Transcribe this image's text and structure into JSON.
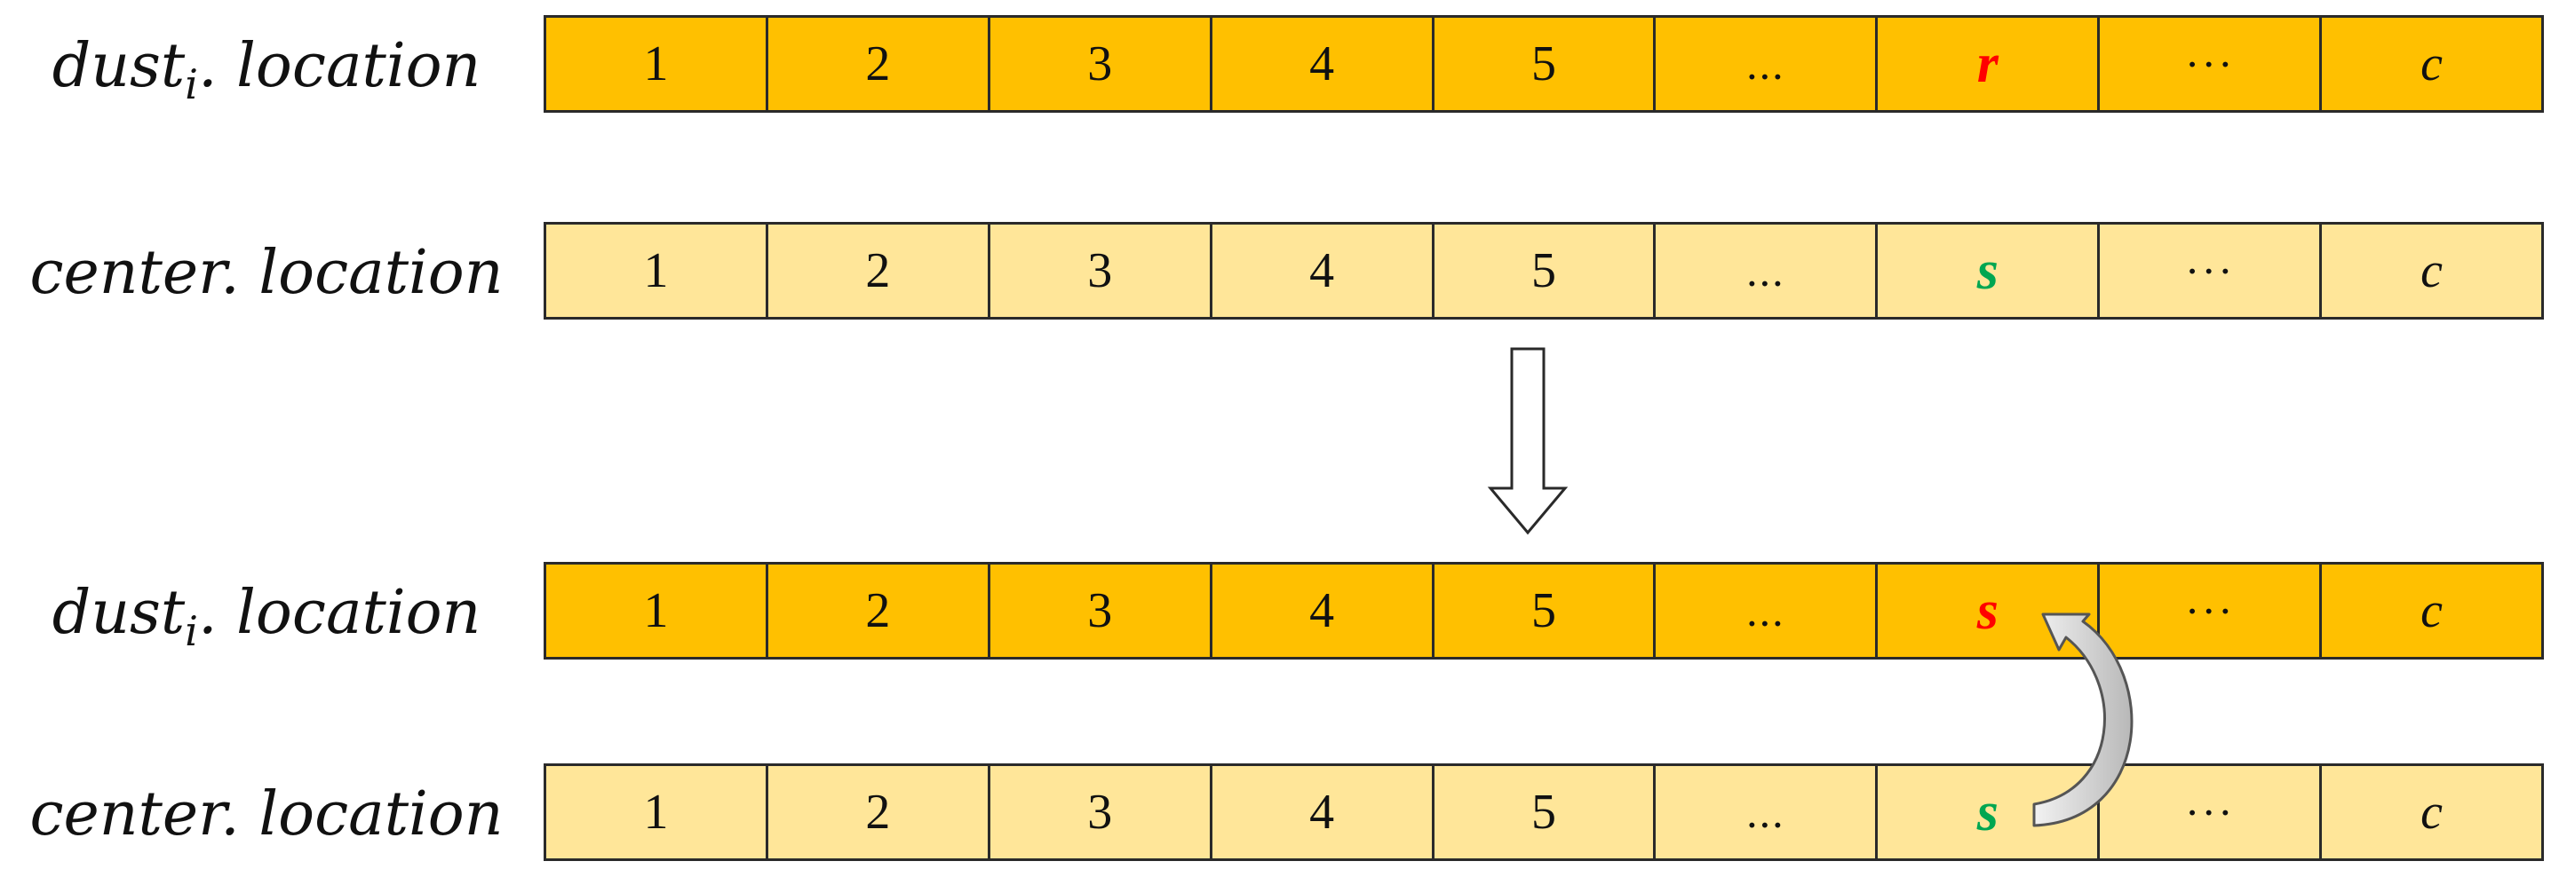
{
  "rows": [
    {
      "label_main": "dust",
      "label_sub": "i",
      "label_tail": ". location",
      "style": "dark",
      "cells": [
        {
          "text": "1",
          "kind": "num"
        },
        {
          "text": "2",
          "kind": "num"
        },
        {
          "text": "3",
          "kind": "num"
        },
        {
          "text": "4",
          "kind": "num"
        },
        {
          "text": "5",
          "kind": "num"
        },
        {
          "text": "...",
          "kind": "dots"
        },
        {
          "text": "r",
          "kind": "red"
        },
        {
          "text": "···",
          "kind": "dots"
        },
        {
          "text": "c",
          "kind": "var"
        }
      ]
    },
    {
      "label_main": "center. location",
      "label_sub": "",
      "label_tail": "",
      "style": "light",
      "cells": [
        {
          "text": "1",
          "kind": "num"
        },
        {
          "text": "2",
          "kind": "num"
        },
        {
          "text": "3",
          "kind": "num"
        },
        {
          "text": "4",
          "kind": "num"
        },
        {
          "text": "5",
          "kind": "num"
        },
        {
          "text": "...",
          "kind": "dots"
        },
        {
          "text": "s",
          "kind": "green"
        },
        {
          "text": "···",
          "kind": "dots"
        },
        {
          "text": "c",
          "kind": "var"
        }
      ]
    },
    {
      "label_main": "dust",
      "label_sub": "i",
      "label_tail": ". location",
      "style": "dark",
      "cells": [
        {
          "text": "1",
          "kind": "num"
        },
        {
          "text": "2",
          "kind": "num"
        },
        {
          "text": "3",
          "kind": "num"
        },
        {
          "text": "4",
          "kind": "num"
        },
        {
          "text": "5",
          "kind": "num"
        },
        {
          "text": "...",
          "kind": "dots"
        },
        {
          "text": "s",
          "kind": "red"
        },
        {
          "text": "···",
          "kind": "dots"
        },
        {
          "text": "c",
          "kind": "var"
        }
      ]
    },
    {
      "label_main": "center. location",
      "label_sub": "",
      "label_tail": "",
      "style": "light",
      "cells": [
        {
          "text": "1",
          "kind": "num"
        },
        {
          "text": "2",
          "kind": "num"
        },
        {
          "text": "3",
          "kind": "num"
        },
        {
          "text": "4",
          "kind": "num"
        },
        {
          "text": "5",
          "kind": "num"
        },
        {
          "text": "...",
          "kind": "dots"
        },
        {
          "text": "s",
          "kind": "green"
        },
        {
          "text": "···",
          "kind": "dots"
        },
        {
          "text": "c",
          "kind": "var"
        }
      ]
    }
  ],
  "colors": {
    "dark_fill": "#ffc000",
    "light_fill": "#ffe699",
    "highlight_red": "#ff0000",
    "highlight_green": "#00a651",
    "arrow_fill": "#d0d0d0"
  },
  "icons": {
    "transition": "down-arrow-icon",
    "copy": "curved-arrow-icon"
  }
}
